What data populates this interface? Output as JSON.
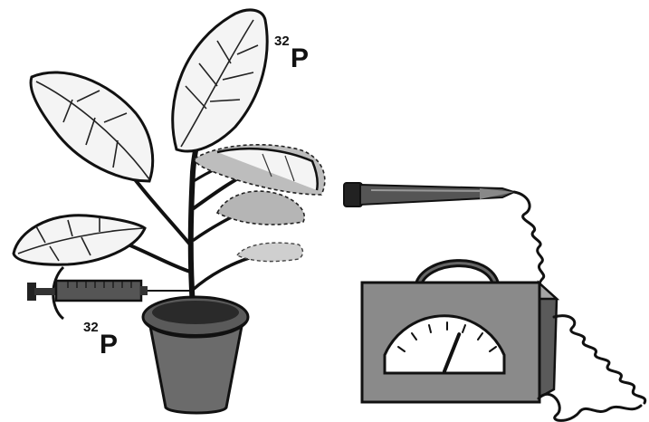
{
  "labels": {
    "leaf_isotope": {
      "mass": "32",
      "symbol": "P"
    },
    "syringe_isotope": {
      "mass": "32",
      "symbol": "P"
    }
  },
  "colors": {
    "outline": "#111111",
    "leaf_white": "#f4f4f4",
    "leaf_gray": "#bdbdbd",
    "pot": "#6b6b6b",
    "meter_box": "#8a8a8a",
    "dial_face": "#ffffff"
  },
  "meter": {
    "needle_reading": 0.62
  }
}
